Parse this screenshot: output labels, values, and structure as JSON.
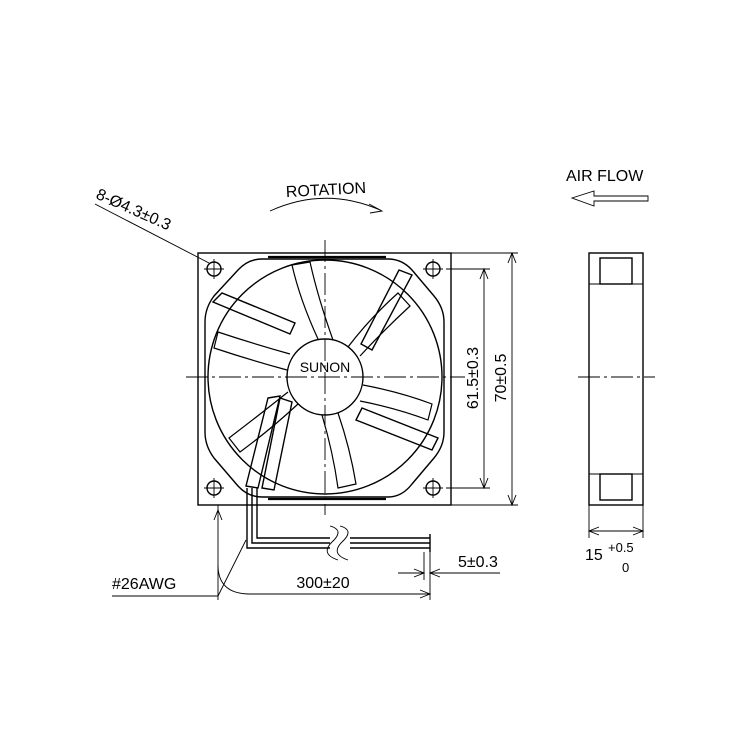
{
  "drawing": {
    "brand": "SUNON",
    "rotation_label": "ROTATION",
    "airflow_label": "AIR FLOW",
    "mount_holes_label": "8-Ø4.3±0.3",
    "inner_dim_label": "61.5±0.3",
    "outer_dim_label": "70±0.5",
    "wire_gauge_label": "#26AWG",
    "lead_length_label": "300±20",
    "strip_length_label": "5±0.3",
    "thickness_label": "15",
    "thickness_tol_upper": "+0.5",
    "thickness_tol_lower": "0"
  }
}
